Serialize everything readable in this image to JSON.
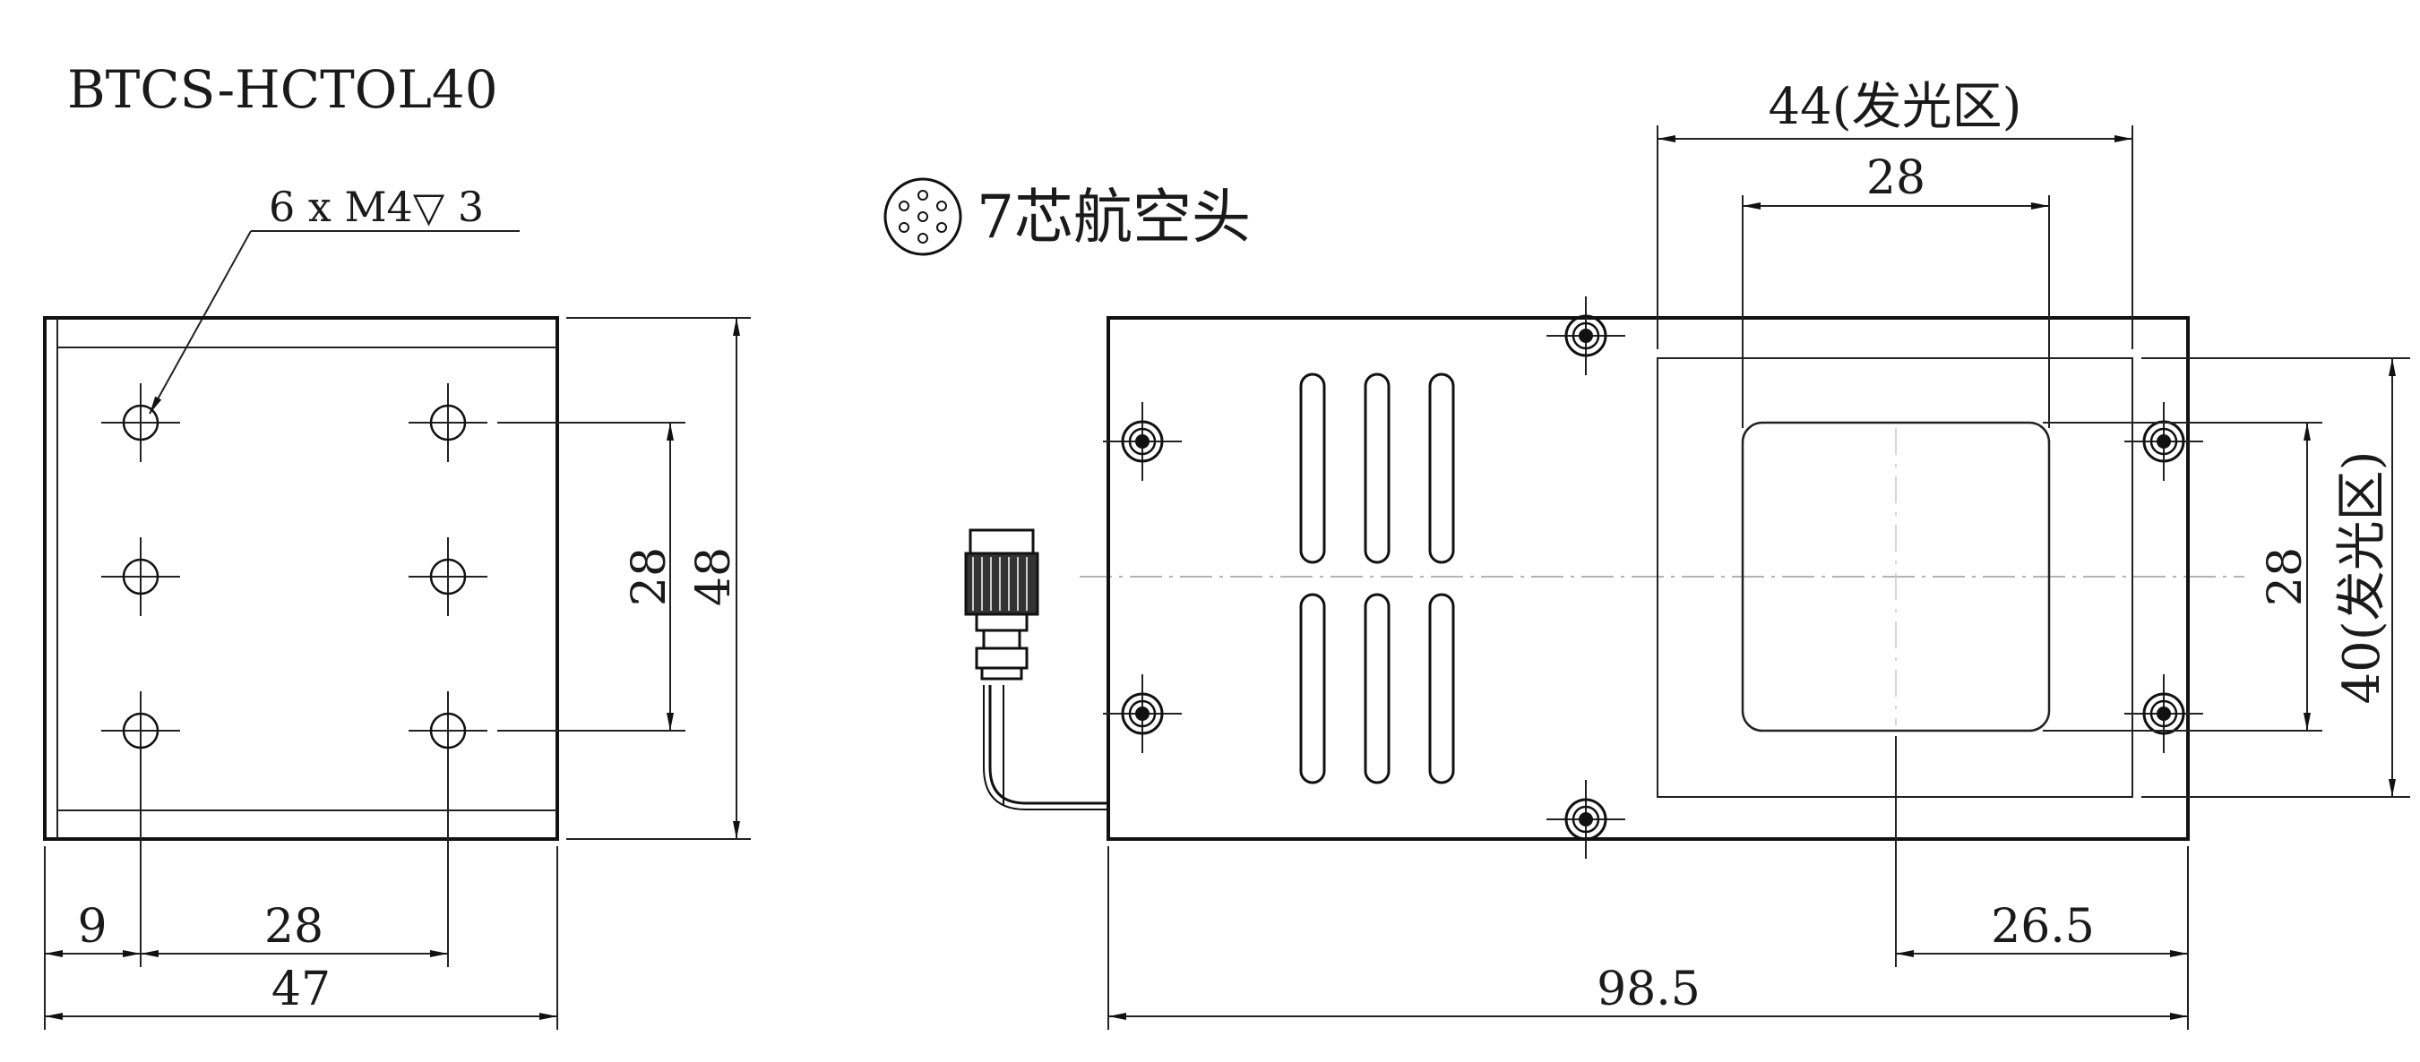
{
  "title": "BTCS-HCTOL40",
  "connector": {
    "label": "7芯航空头",
    "icon": "7-pin-connector-icon"
  },
  "hole_callout": "6 x M4̧ 3",
  "left_view": {
    "dims": {
      "hole_spacing_v": "28",
      "height": "48",
      "edge_offset": "9",
      "hole_spacing_h": "28",
      "width": "47"
    }
  },
  "right_view": {
    "dims": {
      "emit_width": "44(发光区)",
      "window_width": "28",
      "window_height": "28",
      "emit_height": "40(发光区)",
      "center_offset": "26.5",
      "length": "98.5"
    }
  }
}
